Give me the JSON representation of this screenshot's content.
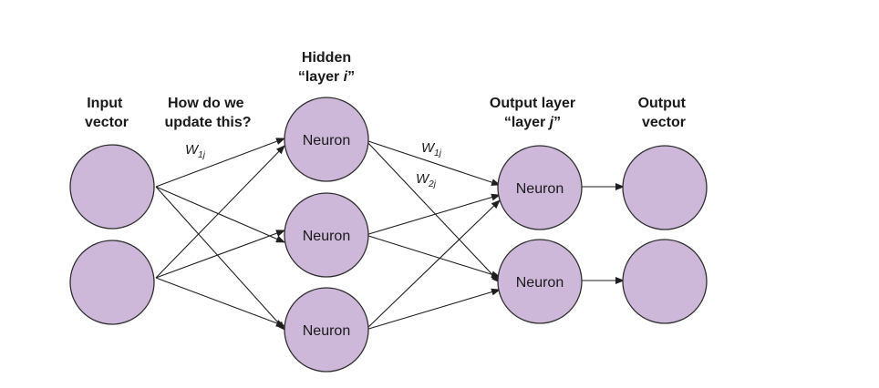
{
  "headers": {
    "input_vector": [
      "Input",
      "vector"
    ],
    "how_update": [
      "How do we",
      "update this?"
    ],
    "hidden": [
      "Hidden",
      "“layer ",
      "i",
      "”"
    ],
    "output_layer": [
      "Output layer",
      "“layer ",
      "j",
      "”"
    ],
    "output_vector": [
      "Output",
      "vector"
    ]
  },
  "neuron_label": "Neuron",
  "weights": {
    "input_w": {
      "base": "W",
      "sub": "1j"
    },
    "hidden_w1": {
      "base": "W",
      "sub": "1j"
    },
    "hidden_w2": {
      "base": "W",
      "sub": "2j"
    }
  },
  "colors": {
    "node_fill": "#cdb8da",
    "stroke": "#2e2e2e"
  }
}
